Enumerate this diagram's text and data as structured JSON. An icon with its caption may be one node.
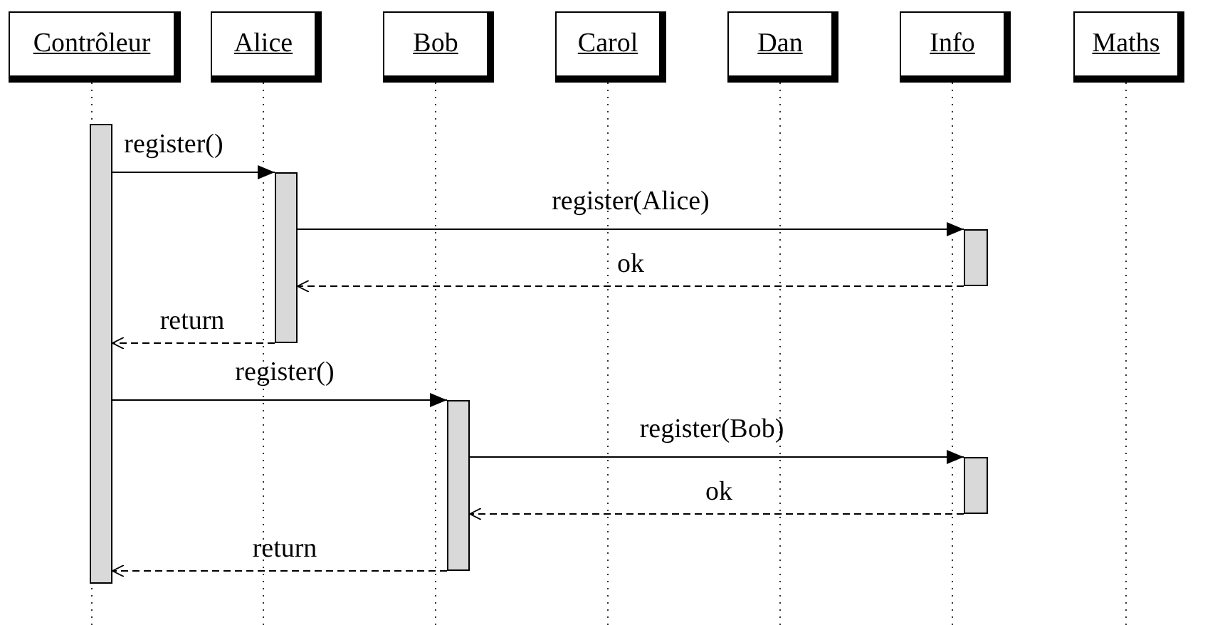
{
  "diagram": {
    "nodes": [
      {
        "text": [
          "Contrôleur"
        ]
      },
      {
        "text": [
          "Alice"
        ]
      },
      {
        "text": [
          "Bob"
        ]
      },
      {
        "text": [
          "Carol"
        ]
      },
      {
        "text": [
          "Dan"
        ]
      },
      {
        "text": [
          "Info"
        ]
      },
      {
        "text": [
          "Maths"
        ]
      },
      {
        "text": [],
        "shape": "bar"
      },
      {
        "text": [],
        "shape": "bar"
      },
      {
        "text": [],
        "shape": "bar"
      },
      {
        "text": [],
        "shape": "bar"
      },
      {
        "text": [],
        "shape": "bar"
      }
    ],
    "edges": [
      {
        "from": 7,
        "to": 8,
        "arrow": "to",
        "label": "register()"
      },
      {
        "from": 8,
        "to": 9,
        "arrow": "to",
        "label": "register(Alice)"
      },
      {
        "from": 9,
        "to": 8,
        "arrow": "to",
        "label": "ok",
        "style": "dashed"
      },
      {
        "from": 8,
        "to": 7,
        "arrow": "to",
        "label": "return",
        "style": "dashed"
      },
      {
        "from": 7,
        "to": 10,
        "arrow": "to",
        "label": "register()"
      },
      {
        "from": 10,
        "to": 11,
        "arrow": "to",
        "label": "register(Bob)"
      },
      {
        "from": 11,
        "to": 10,
        "arrow": "to",
        "label": "ok",
        "style": "dashed"
      },
      {
        "from": 10,
        "to": 7,
        "arrow": "to",
        "label": "return",
        "style": "dashed"
      }
    ]
  }
}
